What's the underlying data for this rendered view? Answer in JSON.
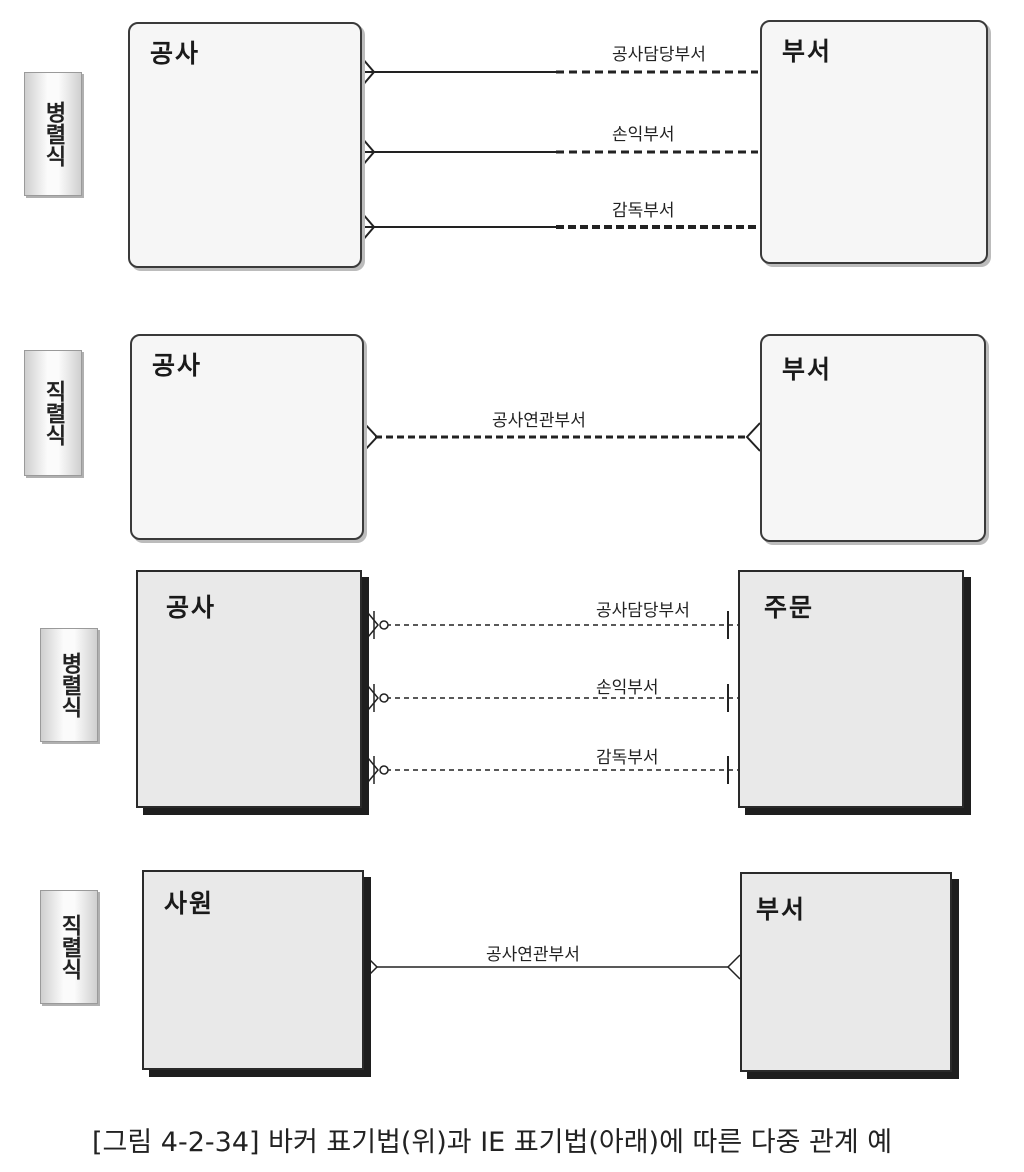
{
  "caption": "[그림 4-2-34] 바커 표기법(위)과 IE 표기법(아래)에 따른 다중 관계 예",
  "sections": [
    {
      "side_label": "병렬식",
      "left_entity": "공사",
      "right_entity": "부서",
      "relations": [
        "공사담당부서",
        "손익부서",
        "감독부서"
      ]
    },
    {
      "side_label": "직렬식",
      "left_entity": "공사",
      "right_entity": "부서",
      "relations": [
        "공사연관부서"
      ]
    },
    {
      "side_label": "병렬식",
      "left_entity": "공사",
      "right_entity": "주문",
      "relations": [
        "공사담당부서",
        "손익부서",
        "감독부서"
      ]
    },
    {
      "side_label": "직렬식",
      "left_entity": "사원",
      "right_entity": "부서",
      "relations": [
        "공사연관부서"
      ]
    }
  ]
}
